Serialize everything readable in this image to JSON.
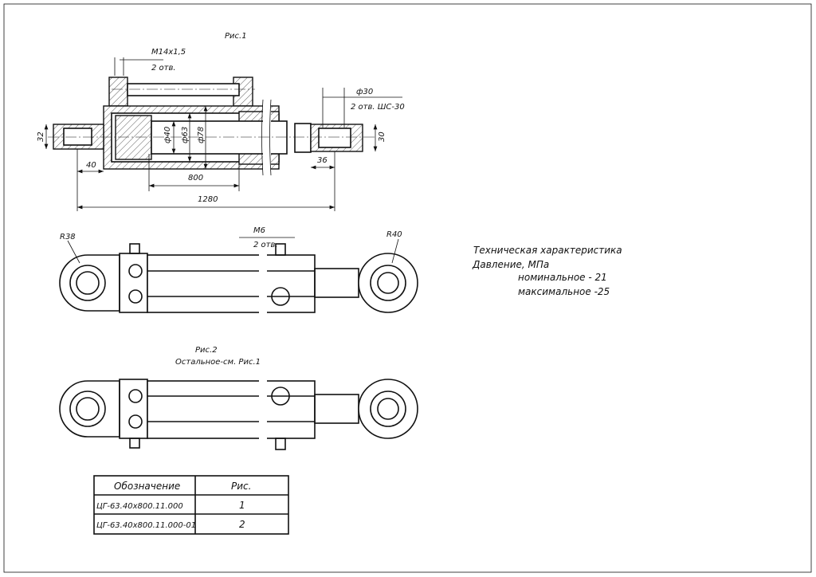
{
  "fig1": {
    "title": "Рис.1",
    "thread": "М14х1,5",
    "thread_holes": "2 отв.",
    "d_rod": "ф40",
    "d_bore": "ф63",
    "d_tube": "ф78",
    "eye_h_left": "32",
    "eye_off_left": "40",
    "stroke": "800",
    "length": "1280",
    "eye_w_right": "36",
    "eye_h_right": "30",
    "pin_d": "ф30",
    "pin_holes": "2 отв. ШС-30"
  },
  "side": {
    "r_left": "R38",
    "thread": "М6",
    "thread_holes": "2 отв.",
    "r_right": "R40"
  },
  "fig2": {
    "title": "Рис.2",
    "note": "Остальное-см. Рис.1"
  },
  "specs": {
    "title": "Техническая характеристика",
    "pressure": "Давление, МПа",
    "nominal": "номинальное - 21",
    "maximum": "максимальное -25"
  },
  "table": {
    "headers": [
      "Обозначение",
      "Рис."
    ],
    "rows": [
      [
        "ЦГ-63.40х800.11.000",
        "1"
      ],
      [
        "ЦГ-63.40х800.11.000-01",
        "2"
      ]
    ]
  }
}
